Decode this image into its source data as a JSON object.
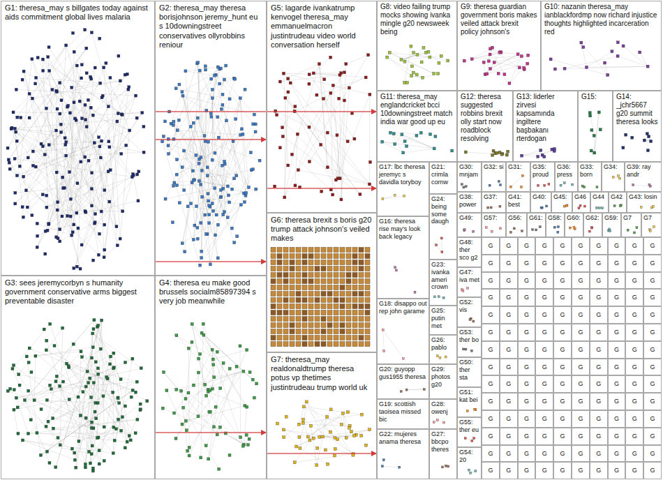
{
  "diagram": {
    "nodes": [
      {
        "text": [
          "G1: theresa_may s billgates today against aids commitment global lives malaria"
        ]
      },
      {
        "text": [
          "G2: theresa_may theresa borisjohnson jeremy_hunt eu s 10downingstreet conservatives ollyrobbins reniour"
        ]
      },
      {
        "text": [
          "G5: lagarde ivankatrump kenvogel theresa_may emmanuelmacron justintrudeau video world conversation herself"
        ]
      },
      {
        "text": [
          "G8: video failing trump mocks showing ivanka mingle g20 newsweek being"
        ]
      },
      {
        "text": [
          "G9: theresa guardian government boris makes veiled attack brexit policy johnson's"
        ]
      },
      {
        "text": [
          "G10: nazanin theresa_may ianblackfordmp now richard injustice thoughts highlighted incarceration red"
        ]
      },
      {
        "text": [
          "G11: theresa_may englandcricket bcci 10downingstreet match india war good up eu"
        ]
      },
      {
        "text": [
          "G12: theresa suggested robbins brexit olly start now roadblock resolving"
        ]
      },
      {
        "text": [
          "G13: liderler zirvesi kapsamında ingiltere başbakanı rterdogan"
        ]
      },
      {
        "text": [
          "G15:"
        ]
      },
      {
        "text": [
          "G14: _jchr5667 g20 summit theresa looks"
        ]
      },
      {
        "text": [
          "G3: sees jeremycorbyn s humanity government conservative arms biggest preventable disaster"
        ]
      },
      {
        "text": [
          "G4: theresa eu make good brussels socialm85897394 s very job meanwhile"
        ]
      },
      {
        "text": [
          "G6: theresa brexit s boris g20 trump attack johnson's veiled makes"
        ]
      },
      {
        "text": [
          "G7: theresa_may realdonaldtrump theresa potus vp thetimes justintrudeau trump world uk"
        ]
      },
      {
        "text": [
          "G17: lbc theresa jeremyc s davidla toryboy"
        ]
      },
      {
        "text": [
          "G16: theresa rise may's look back legacy"
        ]
      },
      {
        "text": [
          "G18: disappo out rep john garame"
        ]
      },
      {
        "text": [
          "G20: guyopp gus1955 theresa"
        ]
      },
      {
        "text": [
          "G19: scottish taoisea missed bic"
        ]
      },
      {
        "text": [
          "G22: mujeres anama theresa"
        ]
      },
      {
        "text": [
          "G21: crimla cornw"
        ]
      },
      {
        "text": [
          "G24: being some daugh"
        ]
      },
      {
        "text": [
          "G23: ivanka ameri crown"
        ]
      },
      {
        "text": [
          "G25: putin met"
        ]
      },
      {
        "text": [
          "G26: pablo"
        ]
      },
      {
        "text": [
          "G29: photos g20"
        ]
      },
      {
        "text": [
          "G28: owenj"
        ]
      },
      {
        "text": [
          "G27: bbcpo theres"
        ]
      },
      {
        "text": [
          "G30: mnjam"
        ]
      },
      {
        "text": [
          "G32: si"
        ]
      },
      {
        "text": [
          "G31:"
        ]
      },
      {
        "text": [
          "G35: proud"
        ]
      },
      {
        "text": [
          "G36: press"
        ]
      },
      {
        "text": [
          "G33: born"
        ]
      },
      {
        "text": [
          "G34:"
        ]
      },
      {
        "text": [
          "G39: ray andr"
        ]
      },
      {
        "text": [
          "G38: power"
        ]
      },
      {
        "text": [
          "G37:"
        ]
      },
      {
        "text": [
          "G41: best"
        ]
      },
      {
        "text": [
          "G40:"
        ]
      },
      {
        "text": [
          "G45:"
        ]
      },
      {
        "text": [
          "G46"
        ]
      },
      {
        "text": [
          "G44"
        ]
      },
      {
        "text": [
          "G42"
        ]
      },
      {
        "text": [
          "G43: losin"
        ]
      },
      {
        "text": [
          "G49:"
        ]
      },
      {
        "text": [
          "G57:"
        ]
      },
      {
        "text": [
          "G56:"
        ]
      },
      {
        "text": [
          "G61:"
        ]
      },
      {
        "text": [
          "G58:"
        ]
      },
      {
        "text": [
          "G60:"
        ]
      },
      {
        "text": [
          "G62:"
        ]
      },
      {
        "text": [
          "G59:"
        ]
      },
      {
        "text": [
          "G7"
        ]
      },
      {
        "text": [
          "G7"
        ]
      },
      {
        "text": [
          "G48: ther sco g2"
        ]
      },
      {
        "text": [
          "G47: iva met"
        ]
      },
      {
        "text": [
          "G52: vis"
        ]
      },
      {
        "text": [
          "G53: ther bo"
        ]
      },
      {
        "text": [
          "G50: ther sta"
        ]
      },
      {
        "text": [
          "G51: kat bei"
        ]
      },
      {
        "text": [
          "G55: ther eu"
        ]
      },
      {
        "text": [
          "G54: 20"
        ]
      },
      {
        "text": [
          "G"
        ]
      },
      {
        "text": [
          "G"
        ]
      },
      {
        "text": [
          "G"
        ]
      },
      {
        "text": [
          "G"
        ]
      },
      {
        "text": [
          "G"
        ]
      },
      {
        "text": [
          "G"
        ]
      },
      {
        "text": [
          "G"
        ]
      },
      {
        "text": [
          "G"
        ]
      },
      {
        "text": [
          "G"
        ]
      },
      {
        "text": [
          "G"
        ]
      },
      {
        "text": [
          "G"
        ]
      },
      {
        "text": [
          "G"
        ]
      },
      {
        "text": [
          "G"
        ]
      },
      {
        "text": [
          "G"
        ]
      },
      {
        "text": [
          "G"
        ]
      },
      {
        "text": [
          "G"
        ]
      },
      {
        "text": [
          "G"
        ]
      },
      {
        "text": [
          "G"
        ]
      },
      {
        "text": [
          "G"
        ]
      },
      {
        "text": [
          "G"
        ]
      },
      {
        "text": [
          "G"
        ]
      },
      {
        "text": [
          "G"
        ]
      },
      {
        "text": [
          "G"
        ]
      },
      {
        "text": [
          "G"
        ]
      },
      {
        "text": [
          "G"
        ]
      },
      {
        "text": [
          "G"
        ]
      },
      {
        "text": [
          "G"
        ]
      },
      {
        "text": [
          "G"
        ]
      },
      {
        "text": [
          "G"
        ]
      },
      {
        "text": [
          "G"
        ]
      },
      {
        "text": [
          "G"
        ]
      },
      {
        "text": [
          "G"
        ]
      },
      {
        "text": [
          "G"
        ]
      },
      {
        "text": [
          "G"
        ]
      },
      {
        "text": [
          "G"
        ]
      },
      {
        "text": [
          "G"
        ]
      },
      {
        "text": [
          "G"
        ]
      },
      {
        "text": [
          "G"
        ]
      },
      {
        "text": [
          "G"
        ]
      },
      {
        "text": [
          "G"
        ]
      },
      {
        "text": [
          "G"
        ]
      },
      {
        "text": [
          "G"
        ]
      },
      {
        "text": [
          "G"
        ]
      },
      {
        "text": [
          "G"
        ]
      },
      {
        "text": [
          "G"
        ]
      },
      {
        "text": [
          "G"
        ]
      },
      {
        "text": [
          "G"
        ]
      },
      {
        "text": [
          "G"
        ]
      },
      {
        "text": [
          "G"
        ]
      },
      {
        "text": [
          "G"
        ]
      },
      {
        "text": [
          "G"
        ]
      },
      {
        "text": [
          "G"
        ]
      },
      {
        "text": [
          "G"
        ]
      },
      {
        "text": [
          "G"
        ]
      },
      {
        "text": [
          "G"
        ]
      },
      {
        "text": [
          "G"
        ]
      },
      {
        "text": [
          "G"
        ]
      },
      {
        "text": [
          "G"
        ]
      },
      {
        "text": [
          "G"
        ]
      },
      {
        "text": [
          "G"
        ]
      },
      {
        "text": [
          "G"
        ]
      },
      {
        "text": [
          "G"
        ]
      },
      {
        "text": [
          "G"
        ]
      },
      {
        "text": [
          "G"
        ]
      },
      {
        "text": [
          "G"
        ]
      },
      {
        "text": [
          "G"
        ]
      },
      {
        "text": [
          "G"
        ]
      },
      {
        "text": [
          "G"
        ]
      },
      {
        "text": [
          "G"
        ]
      },
      {
        "text": [
          "G"
        ]
      },
      {
        "text": [
          "G"
        ]
      },
      {
        "text": [
          "G"
        ]
      },
      {
        "text": [
          "G"
        ]
      },
      {
        "text": [
          "G"
        ]
      },
      {
        "text": [
          "G"
        ]
      },
      {
        "text": [
          "G"
        ]
      },
      {
        "text": [
          "G"
        ]
      },
      {
        "text": [
          "G"
        ]
      },
      {
        "text": [
          "G"
        ]
      },
      {
        "text": [
          "G"
        ]
      },
      {
        "text": [
          "G"
        ]
      },
      {
        "text": [
          "G"
        ]
      },
      {
        "text": [
          "G"
        ]
      },
      {
        "text": [
          "G"
        ]
      },
      {
        "text": [
          "G"
        ]
      },
      {
        "text": [
          "G"
        ]
      },
      {
        "text": [
          "G"
        ]
      },
      {
        "text": [
          "G"
        ]
      },
      {
        "text": [
          "G"
        ]
      },
      {
        "text": [
          "G"
        ]
      },
      {
        "text": [
          "G"
        ]
      },
      {
        "text": [
          "G"
        ]
      },
      {
        "text": [
          "G"
        ]
      },
      {
        "text": [
          "G"
        ]
      },
      {
        "text": [
          "G"
        ]
      },
      {
        "text": [
          "G"
        ]
      },
      {
        "text": [
          "G"
        ]
      },
      {
        "text": [
          "G"
        ]
      },
      {
        "text": [
          "G"
        ]
      },
      {
        "text": [
          "G"
        ]
      },
      {
        "text": [
          "G"
        ]
      },
      {
        "text": [
          "G"
        ]
      },
      {
        "text": [
          "G"
        ]
      },
      {
        "text": [
          "G"
        ]
      },
      {
        "text": [
          "G"
        ]
      },
      {
        "text": [
          "G"
        ]
      },
      {
        "text": [
          "G"
        ]
      },
      {
        "text": [
          "G"
        ]
      },
      {
        "text": [
          "G"
        ]
      },
      {
        "text": [
          "G"
        ]
      },
      {
        "text": [
          "G"
        ]
      },
      {
        "text": [
          "G"
        ]
      },
      {
        "text": [
          "G"
        ]
      },
      {
        "text": [
          "G"
        ]
      },
      {
        "text": [
          "G"
        ]
      },
      {
        "text": [
          "G"
        ]
      },
      {
        "text": [
          "G"
        ]
      },
      {
        "text": [
          "G"
        ]
      },
      {
        "text": [
          "G"
        ]
      },
      {
        "text": [
          "G"
        ]
      },
      {
        "text": [
          "G"
        ]
      },
      {
        "text": [
          "G"
        ]
      },
      {
        "text": [
          "G"
        ]
      },
      {
        "text": [
          "G"
        ]
      },
      {
        "text": [
          "G"
        ]
      },
      {
        "text": [
          "G"
        ]
      },
      {
        "text": [
          "G"
        ]
      },
      {
        "text": [
          "G"
        ]
      },
      {
        "text": [
          "G"
        ]
      },
      {
        "text": [
          "G"
        ]
      },
      {
        "text": [
          "G"
        ]
      },
      {
        "text": [
          "G"
        ]
      },
      {
        "text": [
          "G"
        ]
      },
      {
        "text": [
          "G"
        ]
      },
      {
        "text": [
          "G"
        ]
      },
      {
        "text": [
          "G"
        ]
      },
      {
        "text": [
          "G"
        ]
      },
      {
        "text": [
          "G"
        ]
      },
      {
        "text": [
          "G"
        ]
      },
      {
        "text": [
          "G"
        ]
      }
    ],
    "edges": [
      {
        "from": 0,
        "to": 2,
        "arrow": "to"
      },
      {
        "from": 0,
        "to": 13,
        "arrow": "to"
      },
      {
        "from": 0,
        "to": 6,
        "arrow": "to"
      },
      {
        "from": 1,
        "to": 15,
        "arrow": "to"
      },
      {
        "from": 11,
        "to": 14,
        "arrow": "to"
      },
      {
        "from": 12,
        "to": 20,
        "arrow": "to"
      }
    ]
  }
}
